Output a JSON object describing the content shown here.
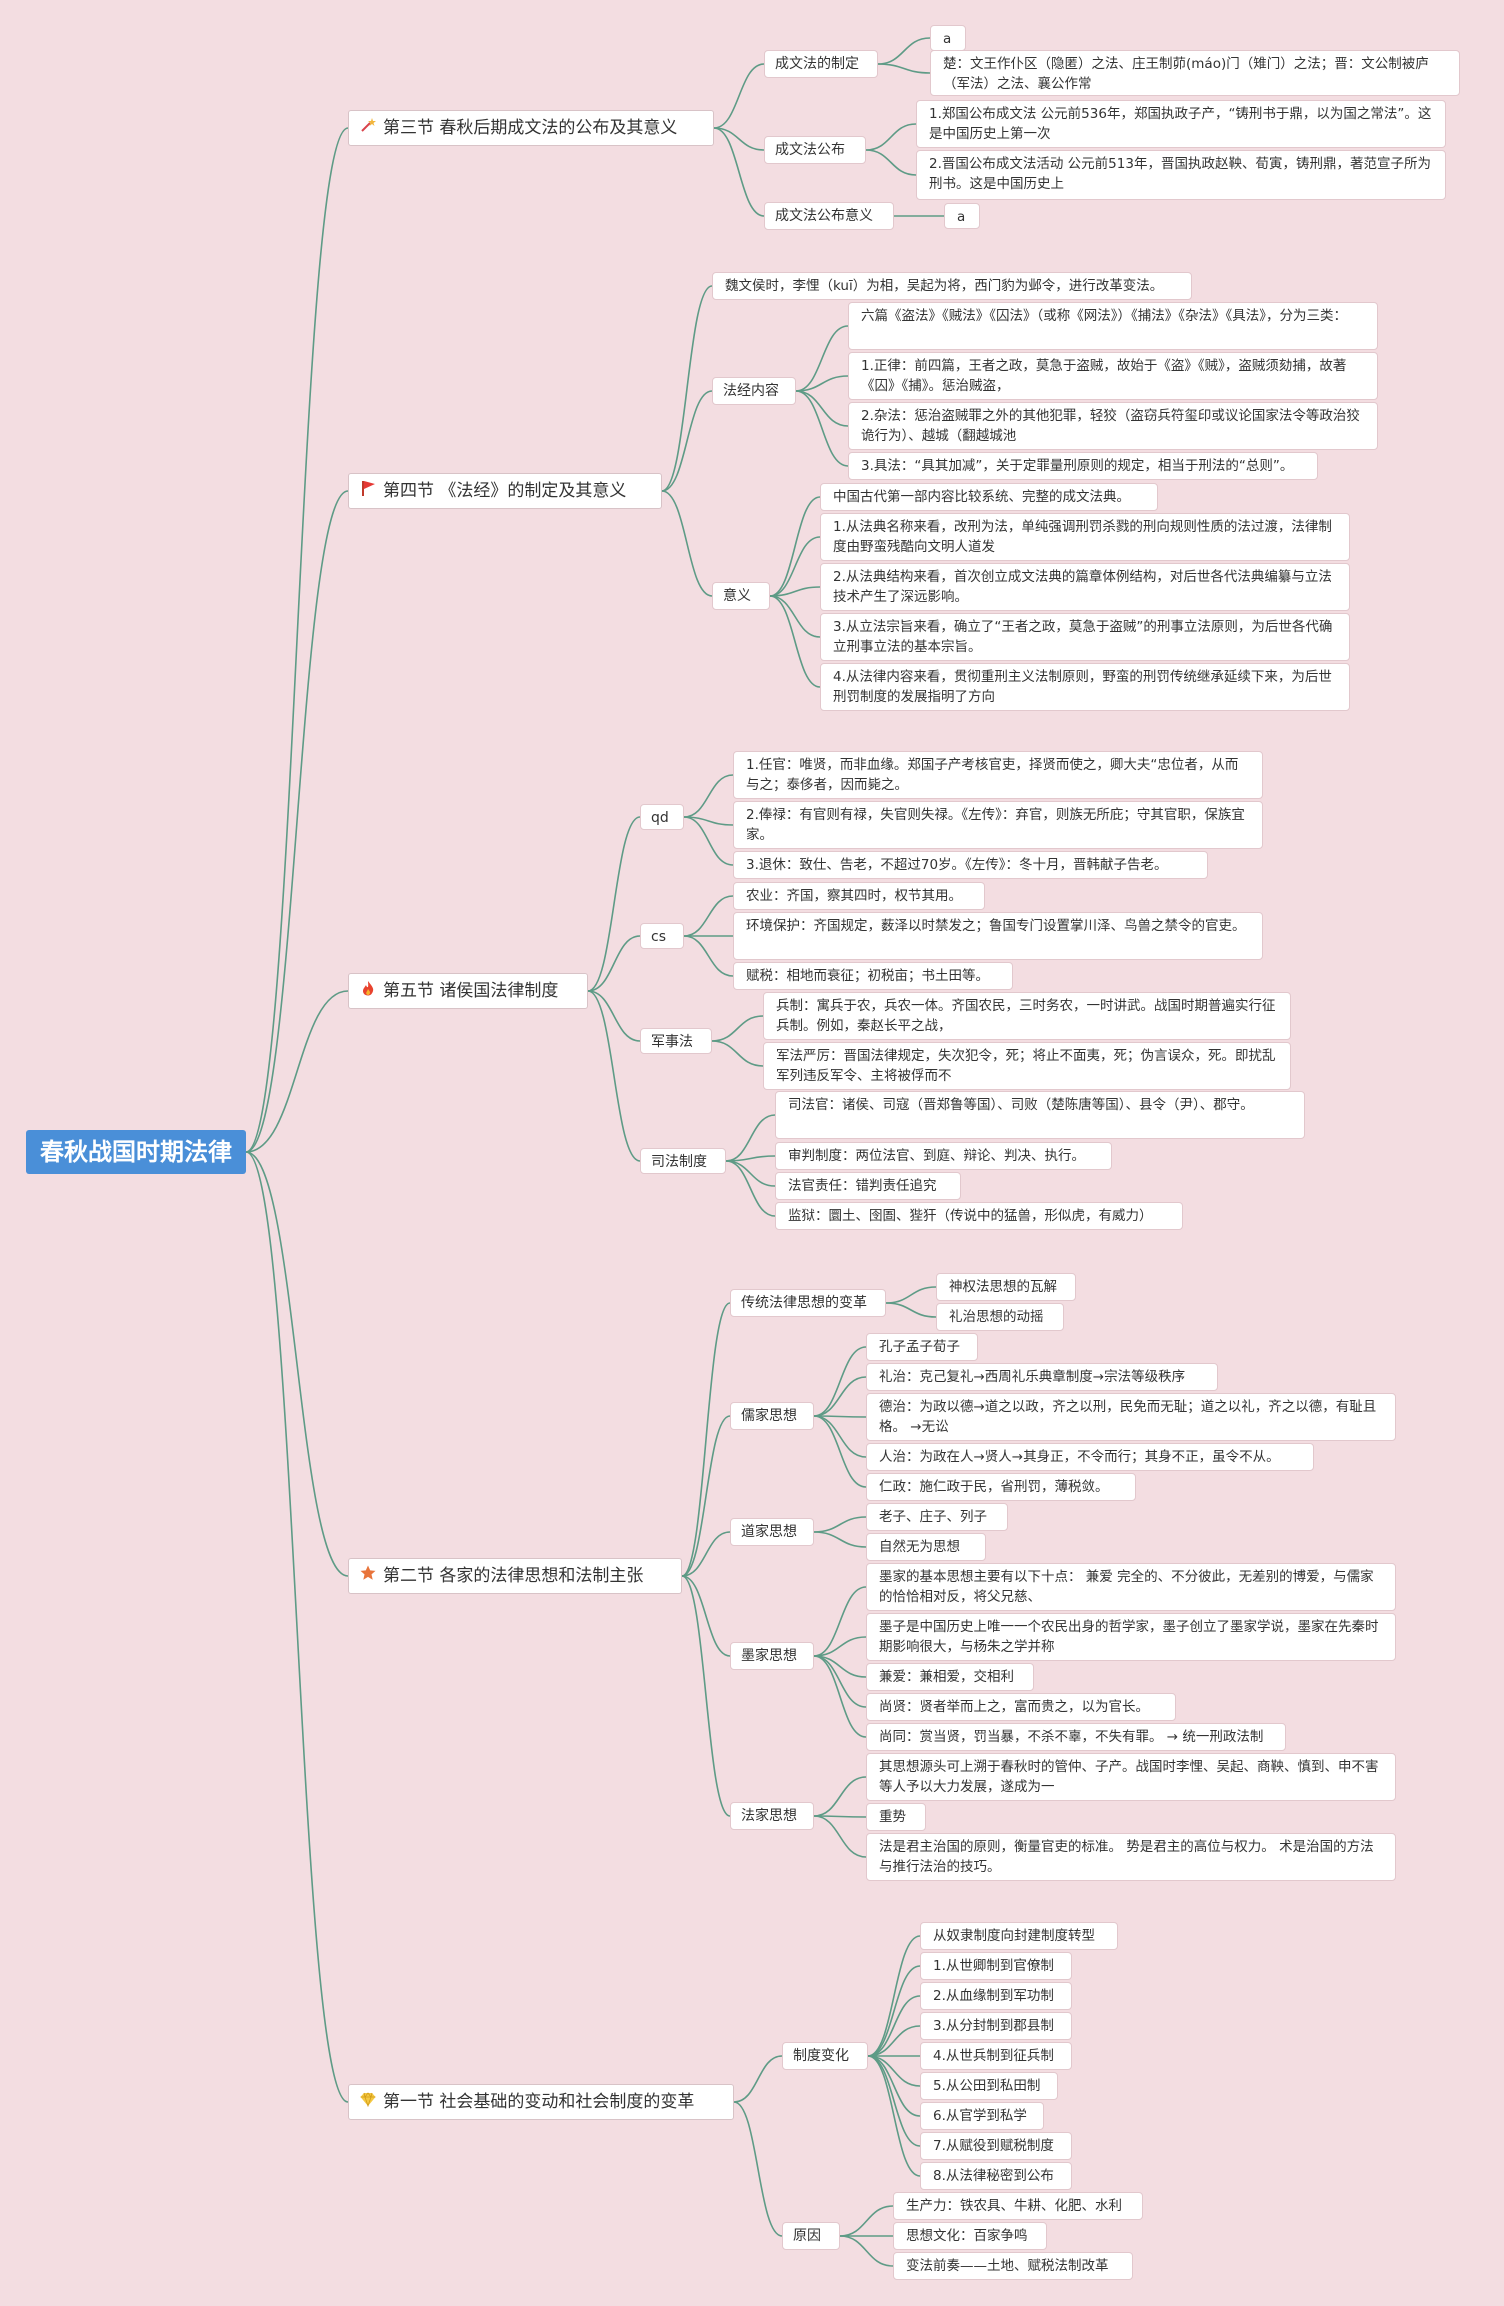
{
  "root": "春秋战国时期法律",
  "sections": {
    "s3": {
      "title": "第三节 春秋后期成文法的公布及其意义",
      "icon": "magic-wand-icon",
      "b1": {
        "label": "成文法的制定",
        "l1": "a",
        "l2": "楚：文王作仆区（隐匿）之法、庄王制茆(máo)门（雉门）之法；晋：文公制被庐（军法）之法、襄公作常"
      },
      "b2": {
        "label": "成文法公布",
        "l1": "1.郑国公布成文法 公元前536年，郑国执政子产，“铸刑书于鼎，以为国之常法”。这是中国历史上第一次",
        "l2": "2.晋国公布成文法活动 公元前513年，晋国执政赵鞅、荀寅，铸刑鼎，著范宣子所为刑书。这是中国历史上"
      },
      "b3": {
        "label": "成文法公布意义",
        "l1": "a"
      }
    },
    "s4": {
      "title": "第四节 《法经》的制定及其意义",
      "icon": "red-flag-icon",
      "l0": "魏文侯时，李悝（kuī）为相，吴起为将，西门豹为邺令，进行改革变法。",
      "b1": {
        "label": "法经内容",
        "l1": "六篇《盗法》《贼法》《囚法》（或称《网法》）《捕法》《杂法》《具法》，分为三类：",
        "l2": "1.正律：前四篇，王者之政，莫急于盗贼，故始于《盗》《贼》，盗贼须劾捕，故著《囚》《捕》。惩治贼盗，",
        "l3": "2.杂法：惩治盗贼罪之外的其他犯罪，轻狡（盗窃兵符玺印或议论国家法令等政治狡诡行为）、越城（翻越城池",
        "l4": "3.具法：“具其加减”，关于定罪量刑原则的规定，相当于刑法的“总则”。"
      },
      "b2": {
        "label": "意义",
        "l1": "中国古代第一部内容比较系统、完整的成文法典。",
        "l2": "1.从法典名称来看，改刑为法，单纯强调刑罚杀戮的刑向规则性质的法过渡，法律制度由野蛮残酷向文明人道发",
        "l3": "2.从法典结构来看，首次创立成文法典的篇章体例结构，对后世各代法典编纂与立法技术产生了深远影响。",
        "l4": "3.从立法宗旨来看，确立了“王者之政，莫急于盗贼”的刑事立法原则，为后世各代确立刑事立法的基本宗旨。",
        "l5": "4.从法律内容来看，贯彻重刑主义法制原则，野蛮的刑罚传统继承延续下来，为后世刑罚制度的发展指明了方向"
      }
    },
    "s5": {
      "title": "第五节 诸侯国法律制度",
      "icon": "fire-icon",
      "b1": {
        "label": "qd",
        "l1": "1.任官：唯贤，而非血缘。郑国子产考核官吏，择贤而使之，卿大夫“忠位者，从而与之；泰侈者，因而毙之。",
        "l2": "2.俸禄：有官则有禄，失官则失禄。《左传》：弃官，则族无所庇；守其官职，保族宜家。",
        "l3": "3.退休：致仕、告老，不超过70岁。《左传》：冬十月，晋韩献子告老。"
      },
      "b2": {
        "label": "cs",
        "l1": "农业：齐国，察其四时，权节其用。",
        "l2": "环境保护：齐国规定，薮泽以时禁发之；鲁国专门设置掌川泽、鸟兽之禁令的官吏。",
        "l3": "赋税：相地而衰征；初税亩；书土田等。"
      },
      "b3": {
        "label": "军事法",
        "l1": "兵制：寓兵于农，兵农一体。齐国农民，三时务农，一时讲武。战国时期普遍实行征兵制。例如，秦赵长平之战，",
        "l2": "军法严厉：晋国法律规定，失次犯令，死；将止不面夷，死；伪言误众，死。即扰乱军列违反军令、主将被俘而不"
      },
      "b4": {
        "label": "司法制度",
        "l1": "司法官：诸侯、司寇（晋郑鲁等国）、司败（楚陈唐等国）、县令（尹）、郡守。",
        "l2": "审判制度：两位法官、到庭、辩论、判决、执行。",
        "l3": "法官责任：错判责任追究",
        "l4": "监狱：圜土、囹圄、狴犴（传说中的猛兽，形似虎，有威力）"
      }
    },
    "s2": {
      "title": "第二节 各家的法律思想和法制主张",
      "icon": "star-icon",
      "b1": {
        "label": "传统法律思想的变革",
        "l1": "神权法思想的瓦解",
        "l2": "礼治思想的动摇"
      },
      "b2": {
        "label": "儒家思想",
        "l1": "孔子孟子荀子",
        "l2": "礼治：克己复礼→西周礼乐典章制度→宗法等级秩序",
        "l3": "德治：为政以德→道之以政，齐之以刑，民免而无耻；道之以礼，齐之以德，有耻且格。 →无讼",
        "l4": "人治：为政在人→贤人→其身正，不令而行；其身不正，虽令不从。",
        "l5": "仁政：施仁政于民，省刑罚，薄税敛。"
      },
      "b3": {
        "label": "道家思想",
        "l1": "老子、庄子、列子",
        "l2": "自然无为思想"
      },
      "b4": {
        "label": "墨家思想",
        "l1": "墨家的基本思想主要有以下十点： 兼爱 完全的、不分彼此，无差别的博爱，与儒家的恰恰相对反，将父兄慈、",
        "l2": "墨子是中国历史上唯一一个农民出身的哲学家，墨子创立了墨家学说，墨家在先秦时期影响很大，与杨朱之学并称",
        "l3": "兼爱：兼相爱，交相利",
        "l4": "尚贤：贤者举而上之，富而贵之，以为官长。",
        "l5": "尚同：赏当贤，罚当暴，不杀不辜，不失有罪。 → 统一刑政法制"
      },
      "b5": {
        "label": "法家思想",
        "l1": "其思想源头可上溯于春秋时的管仲、子产。战国时李悝、吴起、商鞅、慎到、申不害等人予以大力发展，遂成为一",
        "l2": "重势",
        "l3": "法是君主治国的原则，衡量官吏的标准。 势是君主的高位与权力。 术是治国的方法与推行法治的技巧。"
      }
    },
    "s1": {
      "title": "第一节 社会基础的变动和社会制度的变革",
      "icon": "diamond-icon",
      "b1": {
        "label": "制度变化",
        "l1": "从奴隶制度向封建制度转型",
        "l2": "1.从世卿制到官僚制",
        "l3": "2.从血缘制到军功制",
        "l4": "3.从分封制到郡县制",
        "l5": "4.从世兵制到征兵制",
        "l6": "5.从公田到私田制",
        "l7": "6.从官学到私学",
        "l8": "7.从赋役到赋税制度",
        "l9": "8.从法律秘密到公布"
      },
      "b2": {
        "label": "原因",
        "l1": "生产力：铁农具、牛耕、化肥、水利",
        "l2": "思想文化：百家争鸣",
        "l3": "变法前奏——土地、赋税法制改革"
      }
    }
  }
}
